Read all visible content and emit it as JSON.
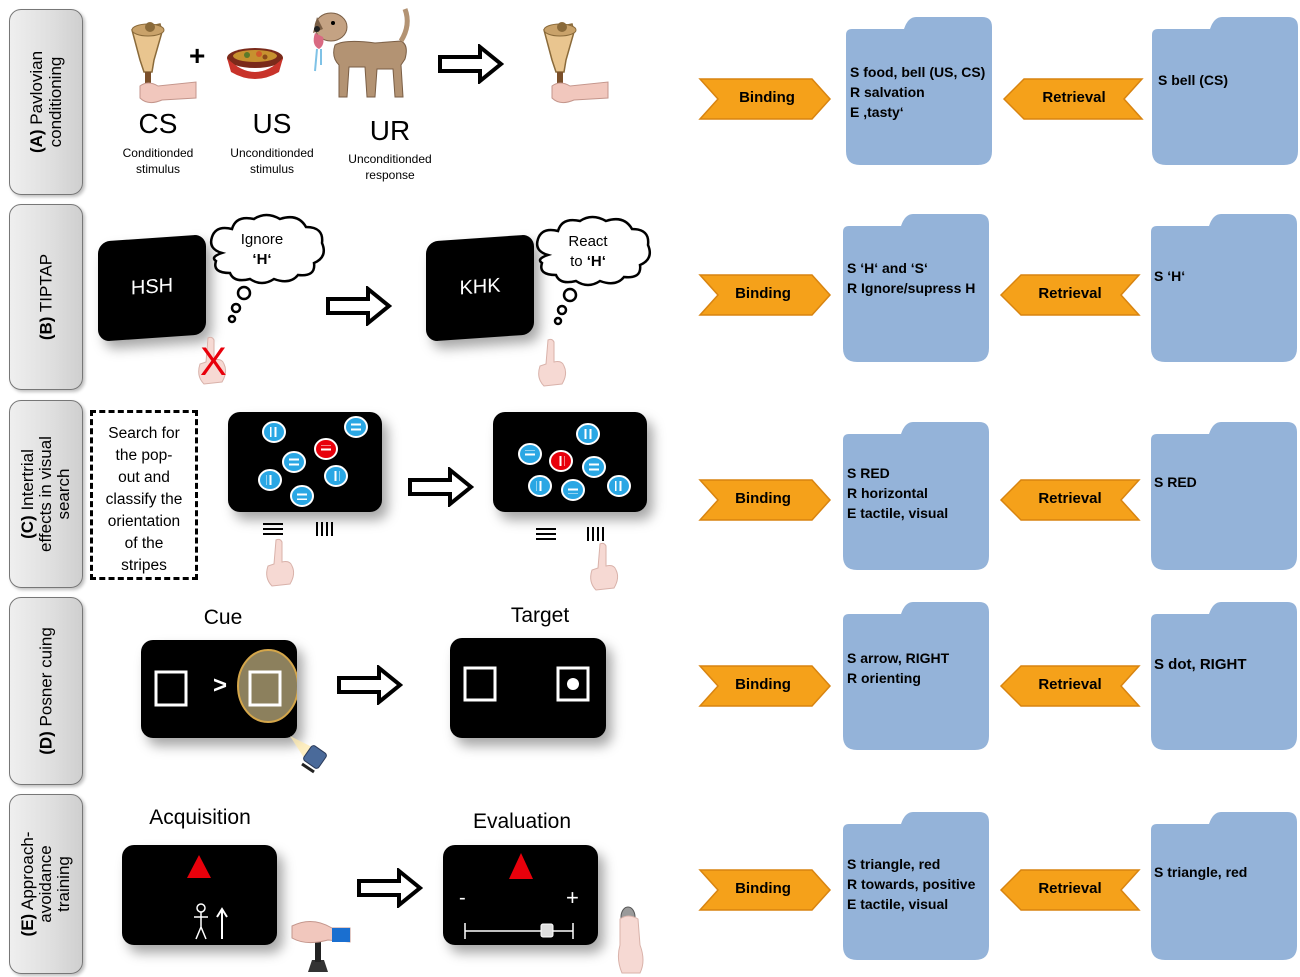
{
  "rows": {
    "a": {
      "prefix": "(A)",
      "line1": "Pavlovian",
      "line2": "conditioning"
    },
    "b": {
      "prefix": "(B)",
      "line1": "TIPTAP"
    },
    "c": {
      "prefix": "(C)",
      "line1": "Intertrial",
      "line2": "effects in visual",
      "line3": "search"
    },
    "d": {
      "prefix": "(D)",
      "line1": "Posner cuing"
    },
    "e": {
      "prefix": "(E)",
      "line1": "Approach-",
      "line2": "avoidance",
      "line3": "training"
    }
  },
  "pavlov": {
    "cs": "CS",
    "cs_sub": [
      "Conditionded",
      "stimulus"
    ],
    "us": "US",
    "us_sub": [
      "Unconditionded",
      "stimulus"
    ],
    "ur": "UR",
    "ur_sub": [
      "Unconditionded",
      "response"
    ],
    "plus": "+"
  },
  "tiptap": {
    "screen1": "HSH",
    "thought1": [
      "Ignore",
      "‘H‘"
    ],
    "screen2": "KHK",
    "thought2": [
      "React",
      "to ",
      "‘H‘"
    ],
    "cross": "X"
  },
  "visual_search": {
    "instruction": [
      "Search for",
      "the pop-",
      "out and",
      "classify the",
      "orientation",
      "of the",
      "stripes"
    ]
  },
  "posner": {
    "cue_title": "Cue",
    "target_title": "Target",
    "arrow": ">"
  },
  "approach": {
    "acq_title": "Acquisition",
    "eval_title": "Evaluation",
    "minus": "-",
    "plus": "+"
  },
  "chevrons": {
    "binding": "Binding",
    "retrieval": "Retrieval"
  },
  "binding_folders": {
    "a": [
      "S food, bell (US, CS)",
      "R salvation",
      "E ,tasty‘"
    ],
    "b": [
      "S ‘H‘ and ‘S‘",
      "R Ignore/supress  H"
    ],
    "c": [
      "S RED",
      "R horizontal",
      "E tactile, visual"
    ],
    "d": [
      "S arrow, RIGHT",
      "R orienting"
    ],
    "e": [
      "S triangle, red",
      "R towards, positive",
      "E tactile, visual"
    ]
  },
  "retrieval_folders": {
    "a": "S bell (CS)",
    "b": "S ‘H‘",
    "c": "S RED",
    "d": "S dot, RIGHT",
    "e": "S triangle, red"
  },
  "colors": {
    "folder": "#94b3d9",
    "chevron": "#f5a11a",
    "red": "#e8000b",
    "blue_dot": "#2aa7e4"
  }
}
